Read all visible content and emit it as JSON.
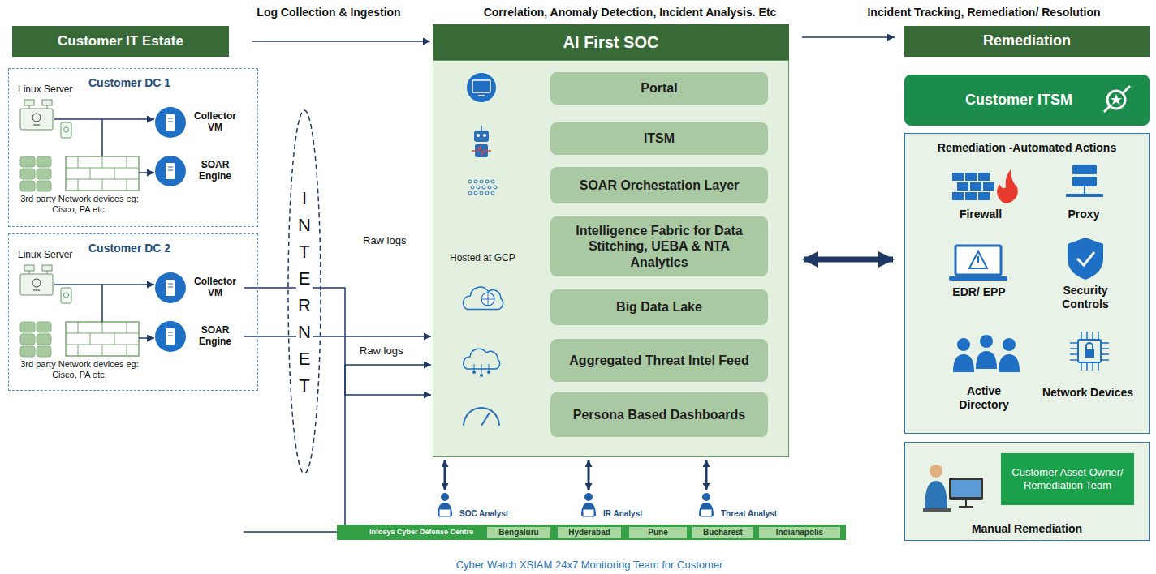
{
  "diagram": {
    "caption": "Cyber Watch XSIAM 24x7 Monitoring Team for Customer",
    "nodes": [
      {
        "text": [
          "Customer IT Estate"
        ]
      },
      {
        "text": [
          "Customer DC 1"
        ]
      },
      {
        "text": [
          "Collector VM"
        ],
        "in": 1
      },
      {
        "text": [
          "SOAR Engine"
        ],
        "in": 1
      },
      {
        "text": [
          "Customer DC 2"
        ]
      },
      {
        "text": [
          "Collector VM"
        ],
        "in": 4
      },
      {
        "text": [
          "SOAR Engine"
        ],
        "in": 4
      },
      {
        "text": [
          "INTERNET"
        ]
      },
      {
        "text": [
          "AI First SOC"
        ]
      },
      {
        "text": [
          "Hosted at GCP"
        ]
      },
      {
        "text": [
          "Portal"
        ],
        "in": 9
      },
      {
        "text": [
          "ITSM"
        ],
        "in": 9
      },
      {
        "text": [
          "SOAR Orchestation Layer"
        ],
        "in": 9
      },
      {
        "text": [
          "Intelligence Fabric for Data Stitching, UEBA & NTA Analytics"
        ],
        "in": 9
      },
      {
        "text": [
          "Big Data Lake"
        ],
        "in": 9
      },
      {
        "text": [
          "Aggregated Threat Intel Feed"
        ],
        "in": 9
      },
      {
        "text": [
          "Persona Based Dashboards"
        ],
        "in": 9
      },
      {
        "text": [
          "SOC Analyst"
        ]
      },
      {
        "text": [
          "IR Analyst"
        ]
      },
      {
        "text": [
          "Threat Analyst"
        ]
      },
      {
        "text": [
          "Infosys Cyber Défense Centre"
        ]
      },
      {
        "text": [
          "Bengaluru"
        ],
        "in": 20
      },
      {
        "text": [
          "Hyderabad"
        ],
        "in": 20
      },
      {
        "text": [
          "Pune"
        ],
        "in": 20
      },
      {
        "text": [
          "Bucharest"
        ],
        "in": 20
      },
      {
        "text": [
          "Indianapolis"
        ],
        "in": 20
      },
      {
        "text": [
          "Remediation"
        ]
      },
      {
        "text": [
          "Customer ITSM"
        ]
      },
      {
        "text": [
          "Remediation -Automated Actions"
        ]
      },
      {
        "text": [
          "Manual Remediation"
        ]
      },
      {
        "text": [
          "Customer Asset Owner/ Remediation Team"
        ],
        "in": 29
      }
    ],
    "edges": [
      {
        "from": 0,
        "to": 8,
        "arrow": "to"
      },
      {
        "from": 8,
        "to": 26,
        "arrow": "to"
      },
      {
        "from": 9,
        "to": 28,
        "arrow": "both"
      },
      {
        "from": 5,
        "to": 9,
        "label": "Raw logs",
        "arrow": "to"
      },
      {
        "from": 6,
        "to": 9,
        "arrow": "to"
      },
      {
        "from": 20,
        "to": 9,
        "label": "Raw logs",
        "arrow": "to"
      },
      {
        "from": 9,
        "to": 17,
        "arrow": "both"
      },
      {
        "from": 9,
        "to": 18,
        "arrow": "both"
      },
      {
        "from": 9,
        "to": 19,
        "arrow": "both"
      }
    ],
    "labels": [
      "Log Collection & Ingestion",
      "Correlation, Anomaly Detection, Incident Analysis. Etc",
      "Incident Tracking, Remediation/ Resolution",
      "Linux Server",
      "3rd party Network devices eg: Cisco, PA etc.",
      "Linux Server",
      "3rd party Network devices eg: Cisco, PA etc.",
      "Firewall",
      "Proxy",
      "EDR/ EPP",
      "Security Controls",
      "Active Directory",
      "Network Devices"
    ]
  }
}
